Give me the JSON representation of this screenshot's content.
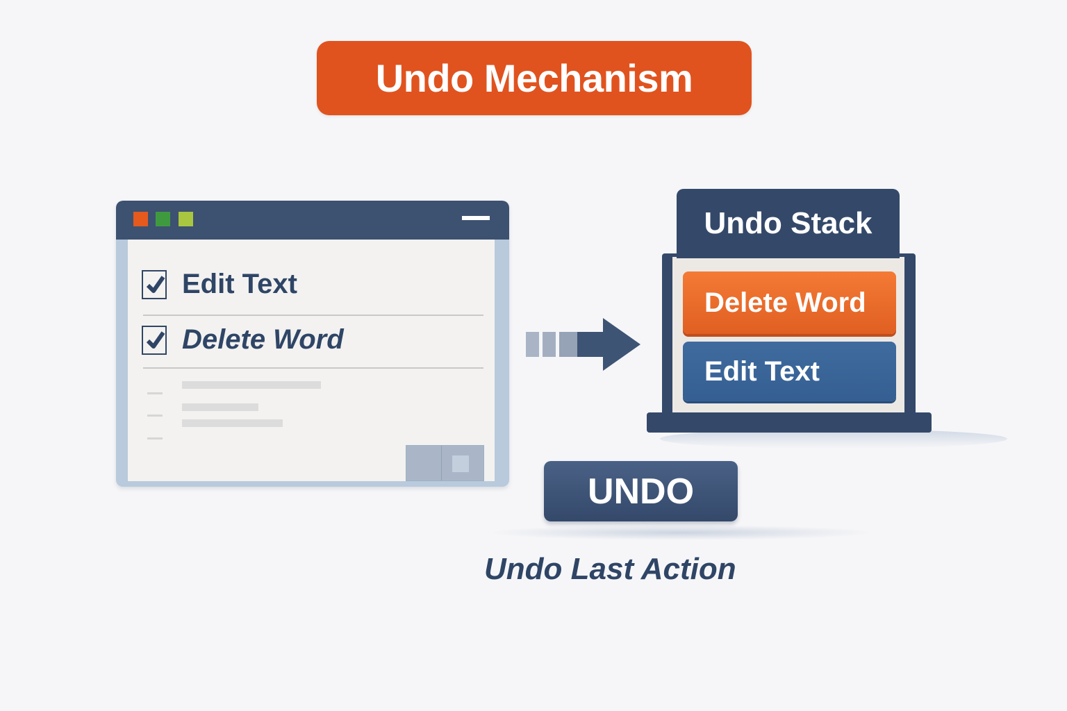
{
  "title": "Undo Mechanism",
  "window": {
    "controls": [
      "red",
      "green",
      "lime"
    ],
    "tasks": [
      {
        "label": "Edit Text",
        "checked": true,
        "style": "normal"
      },
      {
        "label": "Delete Word",
        "checked": true,
        "style": "italic"
      }
    ]
  },
  "arrow": {
    "direction": "right",
    "icon": "arrow-right-icon"
  },
  "undo_stack": {
    "title": "Undo Stack",
    "items": [
      {
        "label": "Delete Word",
        "color": "#e8642a"
      },
      {
        "label": "Edit Text",
        "color": "#3a6699"
      }
    ]
  },
  "undo_button": {
    "label": "UNDO"
  },
  "caption": "Undo Last Action",
  "colors": {
    "accent_orange": "#e0531f",
    "navy": "#34496a",
    "stack_blue": "#3a6699",
    "text_navy": "#2f4566"
  }
}
